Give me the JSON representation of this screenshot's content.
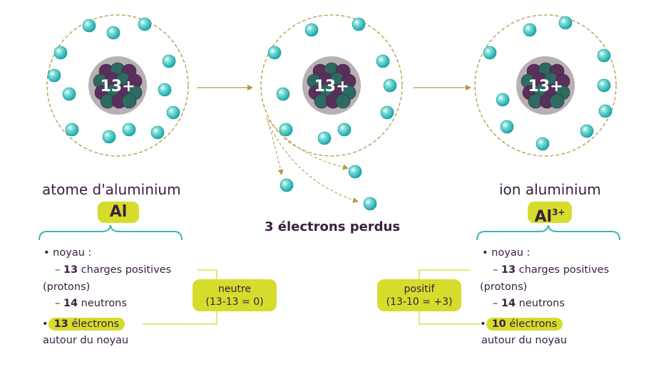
{
  "atoms": [
    {
      "nucleus_label": "13+",
      "electrons_count": 13
    },
    {
      "nucleus_label": "13+",
      "electrons_count": 10
    },
    {
      "nucleus_label": "13+",
      "electrons_count": 10
    }
  ],
  "lost_electrons_label": "3 électrons perdus",
  "left": {
    "title": "atome d'aluminium",
    "symbol": "Al",
    "bullet1": "noyau :",
    "dash1_num": "13",
    "dash1_text": " charges positives",
    "dash1_cont": "(protons)",
    "dash2_num": "14",
    "dash2_text": " neutrons",
    "bullet2_num": "13",
    "bullet2_text": " électrons",
    "bullet2_cont": "autour du noyau",
    "box_line1": "neutre",
    "box_line2": "(13-13 = 0)"
  },
  "right": {
    "title": "ion aluminium",
    "symbol": "Al",
    "symbol_sup": "3+",
    "bullet1": "noyau :",
    "dash1_num": "13",
    "dash1_text": " charges positives",
    "dash1_cont": "(protons)",
    "dash2_num": "14",
    "dash2_text": " neutrons",
    "bullet2_num": "10",
    "bullet2_text": " électrons",
    "bullet2_cont": "autour du noyau",
    "box_line1": "positif",
    "box_line2": "(13-10 = +3)"
  },
  "colors": {
    "electron": "#1fb0ae",
    "shell": "#b39a45",
    "nucleus_bg": "#b8b0b4",
    "proton": "#5a2f5c",
    "neutron": "#2d6a60",
    "arrow": "#b39a45",
    "highlight": "#d6dc2c",
    "text": "#3a2040",
    "bracket": "#3ab7b4"
  }
}
